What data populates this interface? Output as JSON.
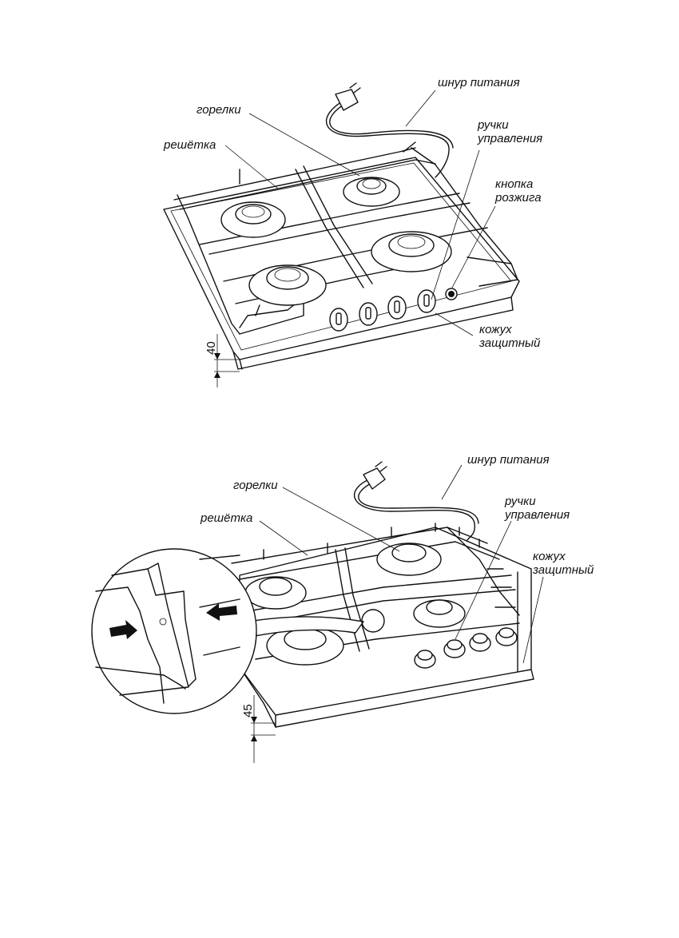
{
  "figure_top": {
    "labels": {
      "power_cord": "шнур питания",
      "burners": "горелки",
      "control_knobs": [
        "ручки",
        "управления"
      ],
      "grate": "решётка",
      "ignition_button": [
        "кнопка",
        "розжига"
      ],
      "protective_casing": [
        "кожух",
        "защитный"
      ]
    },
    "dimension": "40"
  },
  "figure_bottom": {
    "labels": {
      "power_cord": "шнур питания",
      "burners": "горелки",
      "control_knobs": [
        "ручки",
        "управления"
      ],
      "grate": "решётка",
      "protective_casing": [
        "кожух",
        "защитный"
      ]
    },
    "dimension": "45"
  }
}
